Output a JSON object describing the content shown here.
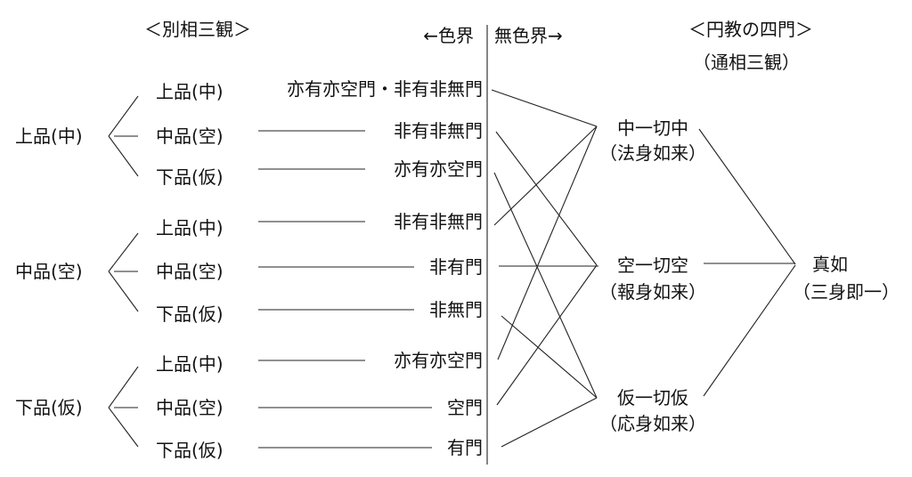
{
  "headers": {
    "left": "＜別相三観＞",
    "color_realm": "←色界",
    "formless_realm": "無色界→",
    "right": "＜円教の四門＞",
    "right_sub": "（通相三観）"
  },
  "groups": [
    "上品(中)",
    "中品(空)",
    "下品(仮)"
  ],
  "subs": [
    "上品(中)",
    "中品(空)",
    "下品(仮)",
    "上品(中)",
    "中品(空)",
    "下品(仮)",
    "上品(中)",
    "中品(空)",
    "下品(仮)"
  ],
  "gates": [
    "亦有亦空門・非有非無門",
    "非有非無門",
    "亦有亦空門",
    "非有非無門",
    "非有門",
    "非無門",
    "亦有亦空門",
    "空門",
    "有門"
  ],
  "truths": [
    {
      "name": "中一切中",
      "body": "（法身如来）"
    },
    {
      "name": "空一切空",
      "body": "（報身如来）"
    },
    {
      "name": "仮一切仮",
      "body": "（応身如来）"
    }
  ],
  "final": {
    "name": "真如",
    "sub": "（三身即一）"
  }
}
